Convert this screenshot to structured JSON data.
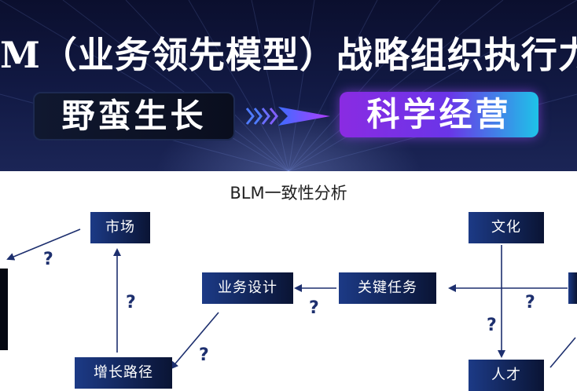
{
  "banner": {
    "title": "M（业务领先模型）战略组织执行力",
    "left_pill": "野蛮生长",
    "right_pill": "科学经营"
  },
  "diagram": {
    "title": "BLM一致性分析",
    "boxes": {
      "market": "市场",
      "business_design": "业务设计",
      "key_tasks": "关键任务",
      "growth_path": "增长路径",
      "culture": "文化",
      "talent": "人才"
    },
    "question_mark": "?"
  },
  "colors": {
    "box_start": "#1c3a86",
    "box_end": "#0a1434",
    "arrow": "#1d2f6e",
    "accent_purple": "#8a2be2",
    "accent_cyan": "#1ec3e8"
  }
}
